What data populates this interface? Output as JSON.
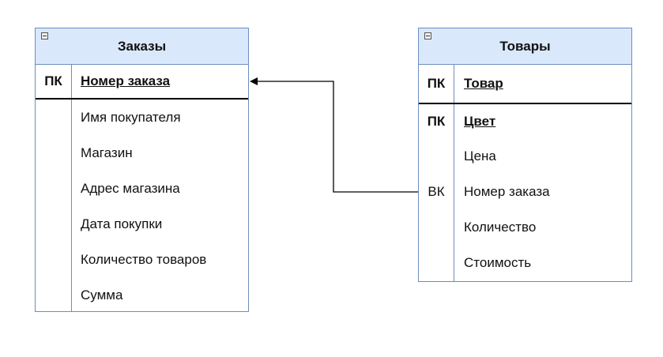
{
  "entities": [
    {
      "title": "Заказы",
      "rows": [
        {
          "key": "ПК",
          "attr": "Номер заказа",
          "pk": true
        },
        {
          "key": "",
          "attr": "Имя покупателя",
          "pk": false
        },
        {
          "key": "",
          "attr": "Магазин",
          "pk": false
        },
        {
          "key": "",
          "attr": "Адрес магазина",
          "pk": false
        },
        {
          "key": "",
          "attr": "Дата покупки",
          "pk": false
        },
        {
          "key": "",
          "attr": "Количество товаров",
          "pk": false
        },
        {
          "key": "",
          "attr": "Сумма",
          "pk": false
        }
      ]
    },
    {
      "title": "Товары",
      "rows": [
        {
          "key": "ПК",
          "attr": "Товар",
          "pk": true
        },
        {
          "key": "ПК",
          "attr": "Цвет",
          "pk": true
        },
        {
          "key": "",
          "attr": "Цена",
          "pk": false
        },
        {
          "key": "ВК",
          "attr": "Номер заказа",
          "pk": false
        },
        {
          "key": "",
          "attr": "Количество",
          "pk": false
        },
        {
          "key": "",
          "attr": "Стоимость",
          "pk": false
        }
      ]
    }
  ],
  "colors": {
    "header_fill": "#dae8fc",
    "border": "#6c8ebf",
    "connector": "#000000"
  }
}
